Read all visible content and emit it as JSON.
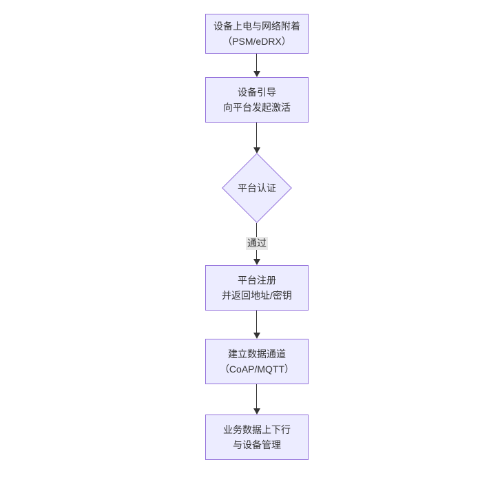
{
  "diagram": {
    "type": "flowchart-vertical",
    "colors": {
      "background": "#ffffff",
      "node_fill": "#ECECFF",
      "node_border": "#9370DB",
      "line_color": "#333333",
      "text_color": "#333333",
      "edge_label_bg": "#e8e8e8"
    },
    "nodes": [
      {
        "id": "power-attach",
        "shape": "rect",
        "lines": [
          "设备上电与网络附着",
          "（PSM/eDRX）"
        ]
      },
      {
        "id": "bootstrap",
        "shape": "rect",
        "lines": [
          "设备引导",
          "向平台发起激活"
        ]
      },
      {
        "id": "platform-auth",
        "shape": "diamond",
        "lines": [
          "平台认证"
        ]
      },
      {
        "id": "register",
        "shape": "rect",
        "lines": [
          "平台注册",
          "并返回地址/密钥"
        ]
      },
      {
        "id": "data-channel",
        "shape": "rect",
        "lines": [
          "建立数据通道",
          "（CoAP/MQTT）"
        ]
      },
      {
        "id": "business-data",
        "shape": "rect",
        "lines": [
          "业务数据上下行",
          "与设备管理"
        ]
      }
    ],
    "edges": [
      {
        "from": "power-attach",
        "to": "bootstrap",
        "label": ""
      },
      {
        "from": "bootstrap",
        "to": "platform-auth",
        "label": ""
      },
      {
        "from": "platform-auth",
        "to": "register",
        "label": "通过"
      },
      {
        "from": "register",
        "to": "data-channel",
        "label": ""
      },
      {
        "from": "data-channel",
        "to": "business-data",
        "label": ""
      }
    ]
  }
}
